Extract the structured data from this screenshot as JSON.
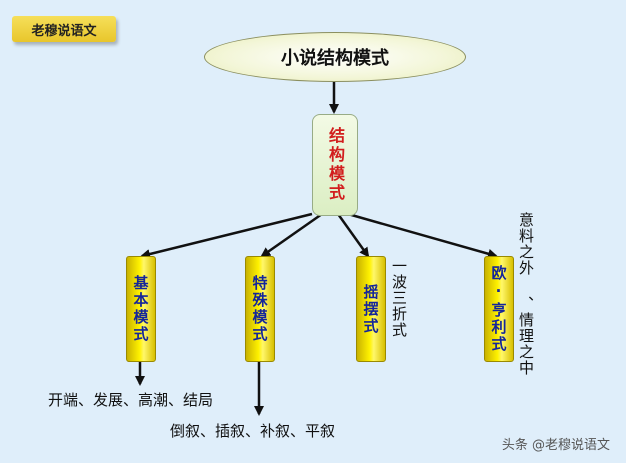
{
  "badge": {
    "text": "老穆说语文"
  },
  "title": "小说结构模式",
  "center": {
    "text": "结构模式"
  },
  "branches": [
    {
      "label": "基本模式"
    },
    {
      "label": "特殊模式"
    },
    {
      "label": "摇摆式",
      "note": "一波三折式"
    },
    {
      "label": "欧·亨利式",
      "note_col1": "意料之外",
      "note_col2": "、情理之中"
    }
  ],
  "details": {
    "basic": "开端、发展、高潮、结局",
    "special": "倒叙、插叙、补叙、平叙"
  },
  "watermark": "头条 @老穆说语文"
}
